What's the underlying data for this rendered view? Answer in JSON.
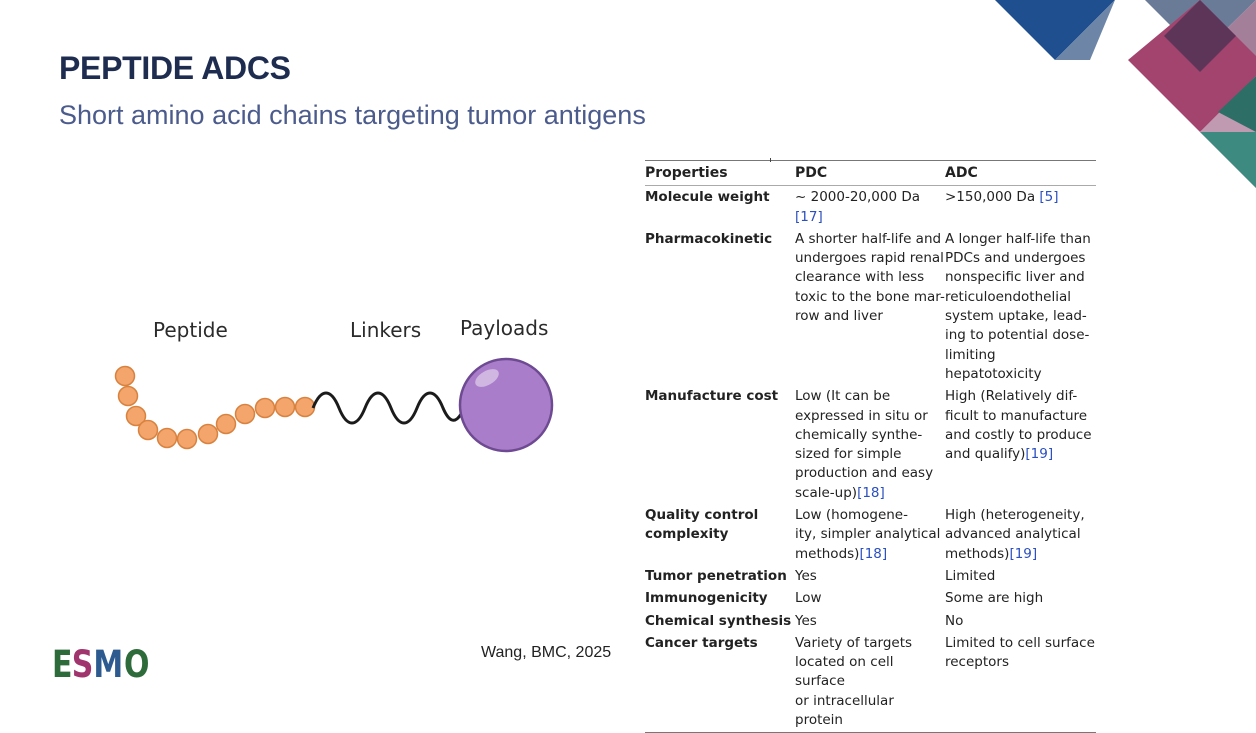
{
  "slide": {
    "title": "PEPTIDE ADCS",
    "subtitle": "Short amino acid chains targeting tumor antigens",
    "citation": "Wang, BMC, 2025"
  },
  "logo": {
    "letters": [
      "E",
      "S",
      "M",
      "O"
    ],
    "colors": [
      "#2e6b3a",
      "#a0346d",
      "#2d5b8f",
      "#2e6b3a"
    ]
  },
  "diagram": {
    "labels": {
      "peptide": "Peptide",
      "linkers": "Linkers",
      "payloads": "Payloads"
    },
    "colors": {
      "bead": "#f3a56b",
      "bead_stroke": "#d9823f",
      "payload": "#a97dc9",
      "payload_stroke": "#6e4a92",
      "linker": "#1b1b1b"
    }
  },
  "table": {
    "headers": [
      "Properties",
      "PDC",
      "ADC"
    ],
    "rows": [
      {
        "property": [
          "Molecule weight"
        ],
        "pdc": [
          {
            "t": "~ 2000-20,000 Da "
          },
          {
            "t": "[17]",
            "ref": true
          }
        ],
        "adc": [
          {
            "t": ">150,000 Da "
          },
          {
            "t": "[5]",
            "ref": true
          }
        ]
      },
      {
        "property": [
          "Pharmacokinetic"
        ],
        "pdc": [
          {
            "t": "A shorter half-life and"
          },
          {
            "br": true
          },
          {
            "t": "undergoes rapid renal"
          },
          {
            "br": true
          },
          {
            "t": "clearance with less"
          },
          {
            "br": true
          },
          {
            "t": "toxic to the bone mar-"
          },
          {
            "br": true
          },
          {
            "t": "row and liver"
          }
        ],
        "adc": [
          {
            "t": "A longer half-life than"
          },
          {
            "br": true
          },
          {
            "t": "PDCs and undergoes"
          },
          {
            "br": true
          },
          {
            "t": "nonspecific liver and"
          },
          {
            "br": true
          },
          {
            "t": "reticuloendothelial"
          },
          {
            "br": true
          },
          {
            "t": "system uptake, lead-"
          },
          {
            "br": true
          },
          {
            "t": "ing to potential dose-"
          },
          {
            "br": true
          },
          {
            "t": "limiting hepatotoxicity"
          }
        ]
      },
      {
        "property": [
          "Manufacture cost"
        ],
        "pdc": [
          {
            "t": "Low (It can be"
          },
          {
            "br": true
          },
          {
            "t": "expressed in situ or"
          },
          {
            "br": true
          },
          {
            "t": "chemically synthe-"
          },
          {
            "br": true
          },
          {
            "t": "sized for simple"
          },
          {
            "br": true
          },
          {
            "t": "production and easy"
          },
          {
            "br": true
          },
          {
            "t": "scale-up)"
          },
          {
            "t": "[18]",
            "ref": true
          }
        ],
        "adc": [
          {
            "t": "High (Relatively dif-"
          },
          {
            "br": true
          },
          {
            "t": "ficult to manufacture"
          },
          {
            "br": true
          },
          {
            "t": "and costly to produce"
          },
          {
            "br": true
          },
          {
            "t": "and qualify)"
          },
          {
            "t": "[19]",
            "ref": true
          }
        ]
      },
      {
        "property": [
          "Quality control",
          "complexity"
        ],
        "pdc": [
          {
            "t": "Low (homogene-"
          },
          {
            "br": true
          },
          {
            "t": "ity, simpler analytical"
          },
          {
            "br": true
          },
          {
            "t": "methods)"
          },
          {
            "t": "[18]",
            "ref": true
          }
        ],
        "adc": [
          {
            "t": "High (heterogeneity,"
          },
          {
            "br": true
          },
          {
            "t": "advanced analytical"
          },
          {
            "br": true
          },
          {
            "t": "methods)"
          },
          {
            "t": "[19]",
            "ref": true
          }
        ]
      },
      {
        "property": [
          "Tumor penetration"
        ],
        "pdc": [
          {
            "t": "Yes"
          }
        ],
        "adc": [
          {
            "t": "Limited"
          }
        ]
      },
      {
        "property": [
          "Immunogenicity"
        ],
        "pdc": [
          {
            "t": "Low"
          }
        ],
        "adc": [
          {
            "t": "Some are high"
          }
        ]
      },
      {
        "property": [
          "Chemical synthesis"
        ],
        "pdc": [
          {
            "t": "Yes"
          }
        ],
        "adc": [
          {
            "t": "No"
          }
        ]
      },
      {
        "property": [
          "Cancer targets"
        ],
        "pdc": [
          {
            "t": "Variety of targets"
          },
          {
            "br": true
          },
          {
            "t": "located on cell surface"
          },
          {
            "br": true
          },
          {
            "t": "or intracellular protein"
          }
        ],
        "adc": [
          {
            "t": "Limited to cell surface"
          },
          {
            "br": true
          },
          {
            "t": "receptors"
          }
        ]
      }
    ]
  }
}
